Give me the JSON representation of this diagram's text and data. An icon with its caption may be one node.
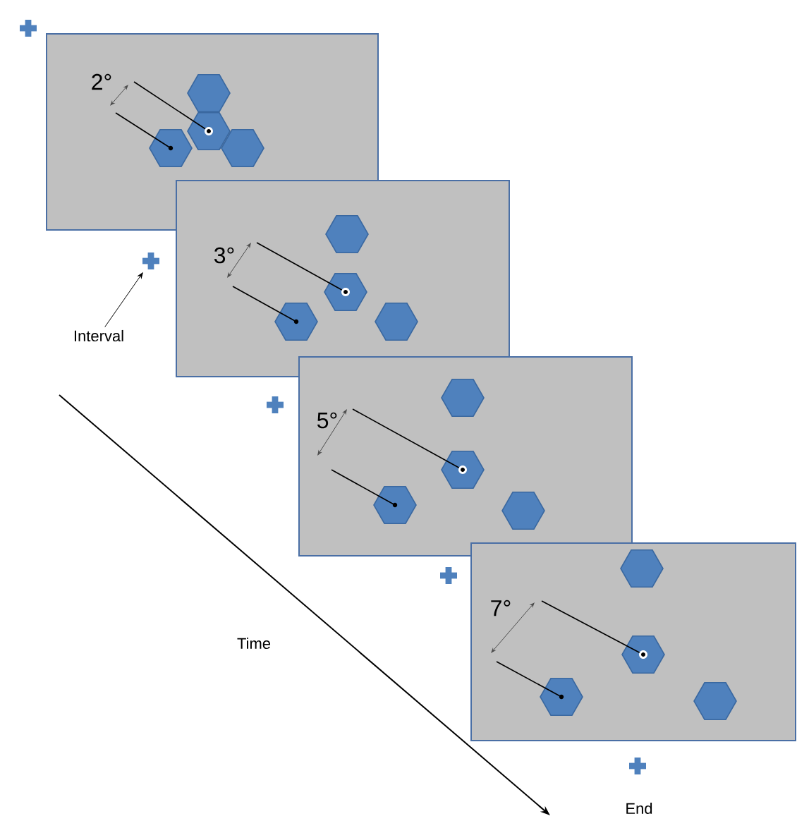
{
  "diagram": {
    "nodes": [
      {
        "text": [
          "2°"
        ]
      },
      {
        "text": [
          "3°"
        ]
      },
      {
        "text": [
          "5°"
        ]
      },
      {
        "text": [
          "7°"
        ]
      },
      {
        "text": [],
        "shape": "cross"
      },
      {
        "text": [],
        "shape": "cross"
      },
      {
        "text": [],
        "shape": "cross"
      },
      {
        "text": [],
        "shape": "cross"
      },
      {
        "text": [],
        "shape": "cross"
      },
      {
        "text": [
          "Interval"
        ]
      }
    ],
    "edges": [
      {
        "from": 9,
        "to": 5,
        "arrow": "to"
      }
    ],
    "labels": [
      "Time",
      "End"
    ]
  }
}
